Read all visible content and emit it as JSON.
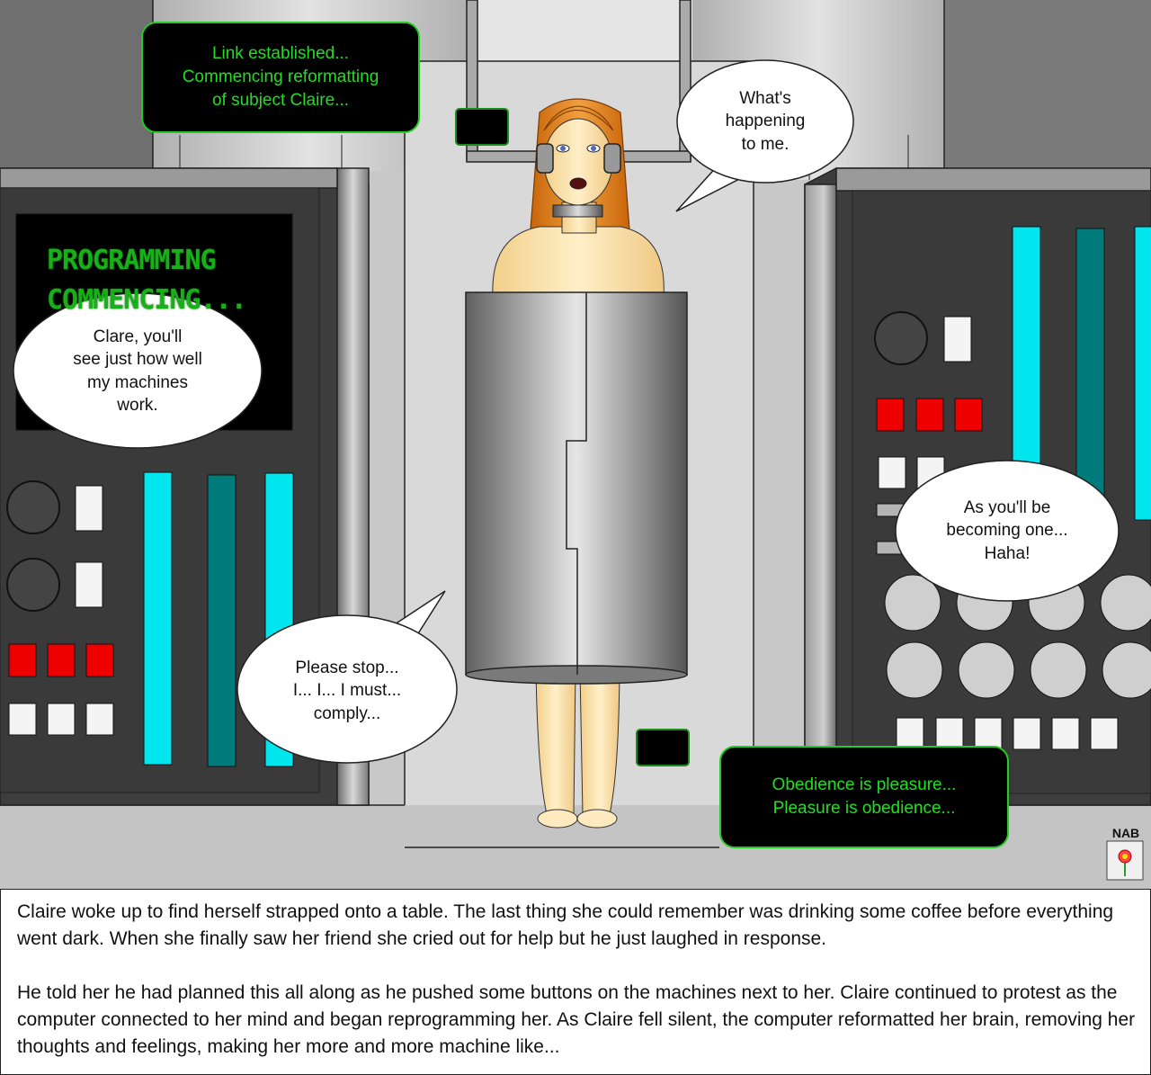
{
  "panel": {
    "terminal_top": "Link established...\nCommencing reformatting\nof subject Claire...",
    "terminal_bottom": "Obedience is pleasure...\nPleasure is obedience...",
    "screen_text": "PROGRAMMING\nCOMMENCING...",
    "bubble_claire_top": "What's\nhappening\nto me.",
    "bubble_man_left": "Clare, you'll\nsee  just how well\nmy machines\nwork.",
    "bubble_claire_bottom": "Please stop...\nI... I... I must...\ncomply...",
    "bubble_man_right": "As you'll be\nbecoming one...\nHaha!",
    "signature": "NAB"
  },
  "caption": {
    "paragraph_1": "Claire woke up to find herself strapped onto a table. The last thing she could remember was drinking some coffee before everything went dark. When she finally saw her friend she cried out for help but he just laughed in response.",
    "paragraph_2": "He told her he had planned this all along as he pushed some buttons on the machines next to her. Claire continued to protest as the computer connected to her mind and began reprogramming her. As Claire fell silent, the computer reformatted her brain, removing her thoughts and feelings, making her more and more machine like..."
  },
  "colors": {
    "terminal_green": "#22dd22",
    "cyan_bar": "#00e5ee",
    "teal_bar": "#007b7b",
    "red_button": "#ee0000"
  }
}
